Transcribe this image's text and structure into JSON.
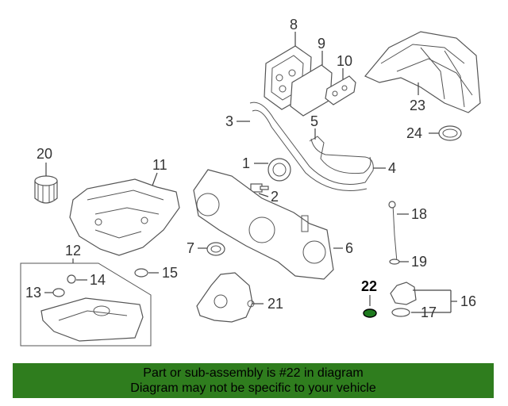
{
  "diagram": {
    "callouts": [
      "1",
      "2",
      "3",
      "4",
      "5",
      "6",
      "7",
      "8",
      "9",
      "10",
      "11",
      "12",
      "13",
      "14",
      "15",
      "16",
      "17",
      "18",
      "19",
      "20",
      "21",
      "22",
      "23",
      "24"
    ],
    "highlight": "22",
    "highlight_color": "#1f7a1f"
  },
  "banner": {
    "line1": "Part or sub-assembly is #22 in diagram",
    "line2": "Diagram may not be specific to your vehicle",
    "background": "#2f7d1e"
  }
}
